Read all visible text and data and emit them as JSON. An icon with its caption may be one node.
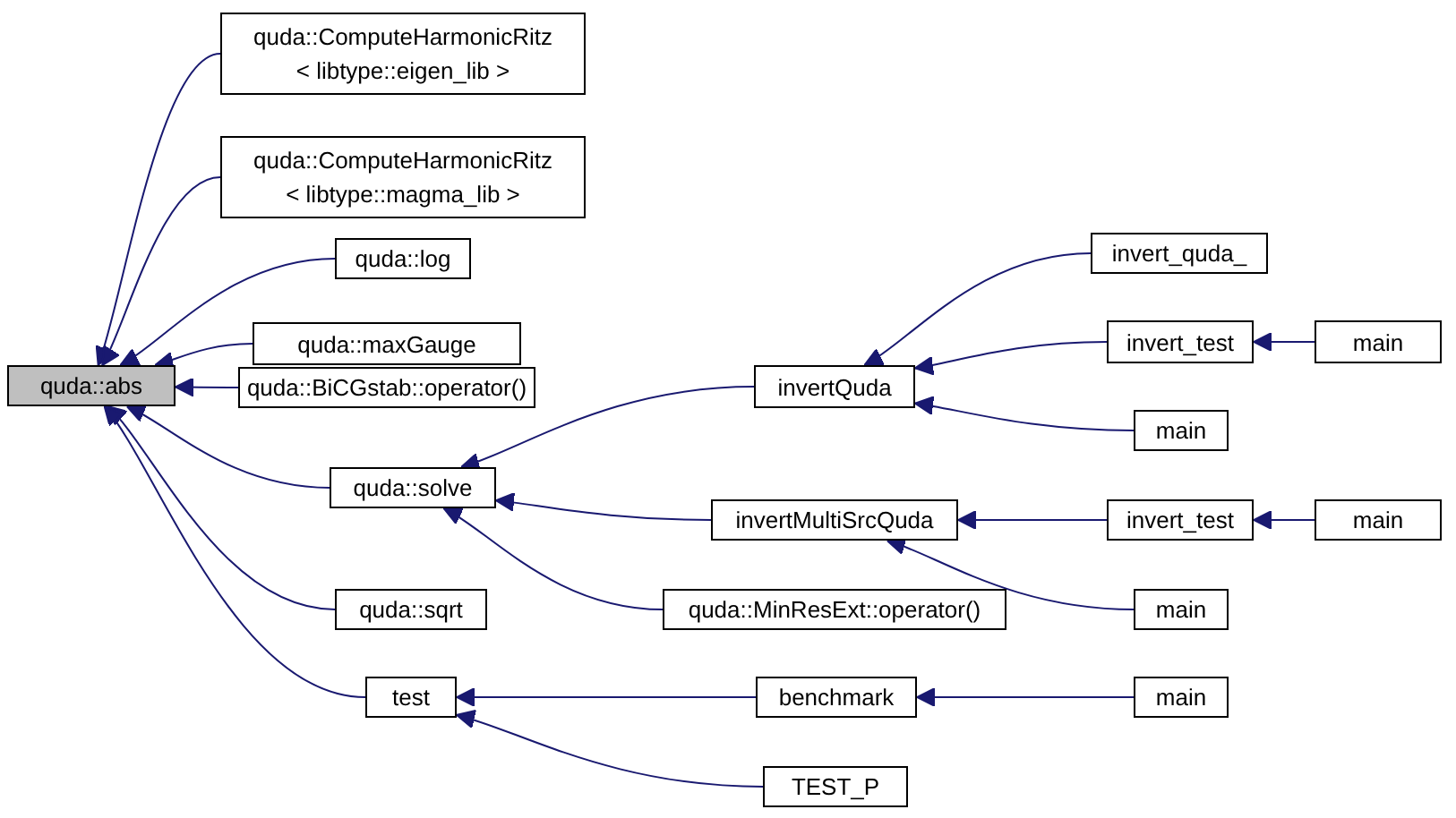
{
  "diagram": {
    "nodes": [
      {
        "text": [
          "quda::abs"
        ]
      },
      {
        "text": [
          "quda::ComputeHarmonicRitz < libtype::eigen_lib >"
        ]
      },
      {
        "text": [
          "quda::ComputeHarmonicRitz < libtype::magma_lib >"
        ]
      },
      {
        "text": [
          "quda::log"
        ]
      },
      {
        "text": [
          "quda::maxGauge"
        ]
      },
      {
        "text": [
          "quda::BiCGstab::operator()"
        ]
      },
      {
        "text": [
          "quda::solve"
        ]
      },
      {
        "text": [
          "quda::sqrt"
        ]
      },
      {
        "text": [
          "test"
        ]
      },
      {
        "text": [
          "invertQuda"
        ]
      },
      {
        "text": [
          "invertMultiSrcQuda"
        ]
      },
      {
        "text": [
          "quda::MinResExt::operator()"
        ]
      },
      {
        "text": [
          "benchmark"
        ]
      },
      {
        "text": [
          "TEST_P"
        ]
      },
      {
        "text": [
          "invert_quda_"
        ]
      },
      {
        "text": [
          "invert_test"
        ]
      },
      {
        "text": [
          "main"
        ]
      },
      {
        "text": [
          "invert_test"
        ]
      },
      {
        "text": [
          "main"
        ]
      },
      {
        "text": [
          "main"
        ]
      },
      {
        "text": [
          "main"
        ]
      },
      {
        "text": [
          "main"
        ]
      }
    ],
    "edges": [
      {
        "from": 1,
        "to": 0,
        "arrow": "to"
      },
      {
        "from": 2,
        "to": 0,
        "arrow": "to"
      },
      {
        "from": 3,
        "to": 0,
        "arrow": "to"
      },
      {
        "from": 4,
        "to": 0,
        "arrow": "to"
      },
      {
        "from": 5,
        "to": 0,
        "arrow": "to"
      },
      {
        "from": 6,
        "to": 0,
        "arrow": "to"
      },
      {
        "from": 7,
        "to": 0,
        "arrow": "to"
      },
      {
        "from": 8,
        "to": 0,
        "arrow": "to"
      },
      {
        "from": 9,
        "to": 6,
        "arrow": "to"
      },
      {
        "from": 10,
        "to": 6,
        "arrow": "to"
      },
      {
        "from": 11,
        "to": 6,
        "arrow": "to"
      },
      {
        "from": 12,
        "to": 8,
        "arrow": "to"
      },
      {
        "from": 13,
        "to": 8,
        "arrow": "to"
      },
      {
        "from": 14,
        "to": 9,
        "arrow": "to"
      },
      {
        "from": 15,
        "to": 9,
        "arrow": "to"
      },
      {
        "from": 16,
        "to": 9,
        "arrow": "to"
      },
      {
        "from": 17,
        "to": 10,
        "arrow": "to"
      },
      {
        "from": 18,
        "to": 10,
        "arrow": "to"
      },
      {
        "from": 19,
        "to": 12,
        "arrow": "to"
      },
      {
        "from": 20,
        "to": 15,
        "arrow": "to"
      },
      {
        "from": 21,
        "to": 17,
        "arrow": "to"
      }
    ]
  }
}
